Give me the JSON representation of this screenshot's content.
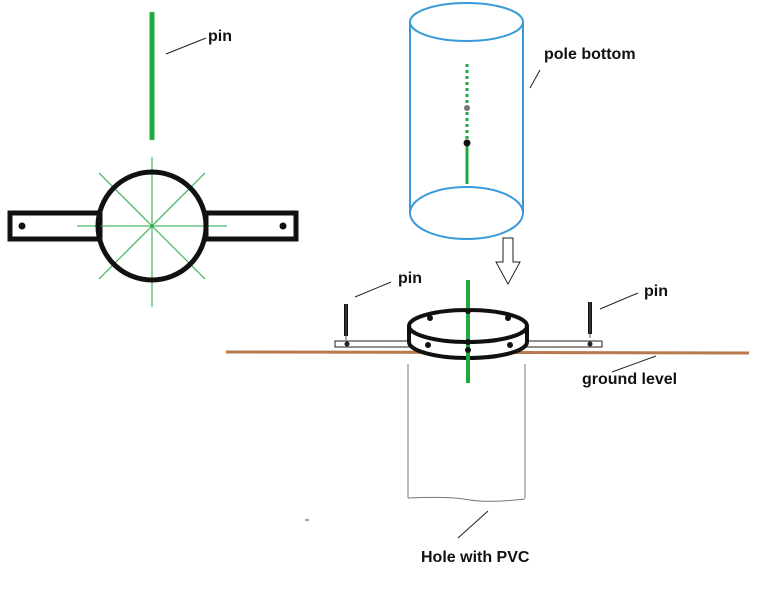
{
  "labels": {
    "pin_top_left": "pin",
    "pole_bottom": "pole bottom",
    "pin_left": "pin",
    "pin_right": "pin",
    "ground_level": "ground level",
    "hole_with_pvc": "Hole with PVC"
  },
  "colors": {
    "pin_green": "#1faa3f",
    "pole_blue": "#3a9ad9",
    "ground_brown": "#b7794d",
    "outline_black": "#111111",
    "hole_gray": "#777777",
    "leader_black": "#222222"
  }
}
